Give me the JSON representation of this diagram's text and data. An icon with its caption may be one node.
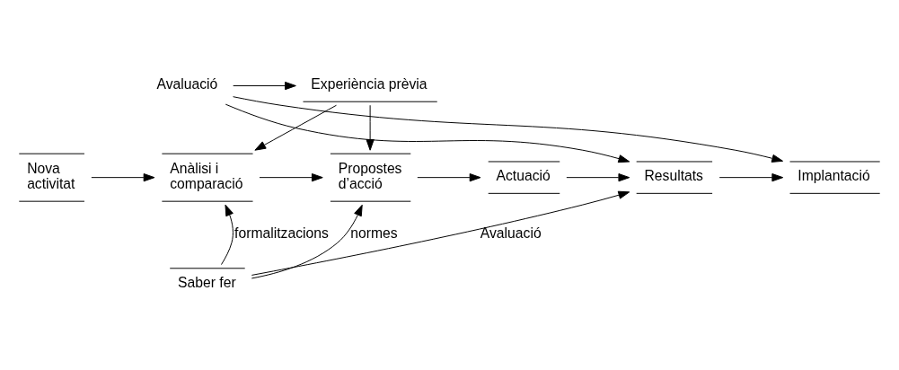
{
  "diagram": {
    "nodes": [
      {
        "text": [
          "Experiència prèvia"
        ]
      },
      {
        "text": [
          "Avaluació"
        ]
      },
      {
        "text": [
          "Nova activitat"
        ]
      },
      {
        "text": [
          "Anàlisi i comparació"
        ]
      },
      {
        "text": [
          "Propostes d’acció"
        ]
      },
      {
        "text": [
          "Actuació"
        ]
      },
      {
        "text": [
          "Resultats"
        ]
      },
      {
        "text": [
          "Implantació"
        ]
      },
      {
        "text": [
          "Saber fer"
        ]
      }
    ],
    "edges": [
      {
        "from": 0,
        "to": 3,
        "arrow": "to"
      },
      {
        "from": 0,
        "to": 4,
        "arrow": "to"
      },
      {
        "from": 2,
        "to": 3,
        "arrow": "to"
      },
      {
        "from": 3,
        "to": 4,
        "arrow": "to"
      },
      {
        "from": 4,
        "to": 5,
        "arrow": "to"
      },
      {
        "from": 5,
        "to": 6,
        "arrow": "to"
      },
      {
        "from": 6,
        "to": 7,
        "arrow": "to"
      },
      {
        "from": 1,
        "to": 0,
        "arrow": "to"
      },
      {
        "from": 1,
        "to": 6,
        "arrow": "to"
      },
      {
        "from": 1,
        "to": 7,
        "arrow": "to"
      },
      {
        "from": 8,
        "to": 3,
        "arrow": "to",
        "label": "formalitzacions"
      },
      {
        "from": 8,
        "to": 4,
        "arrow": "to",
        "label": "normes"
      },
      {
        "from": 8,
        "to": 6,
        "arrow": "to",
        "label": "Avaluació"
      }
    ]
  }
}
